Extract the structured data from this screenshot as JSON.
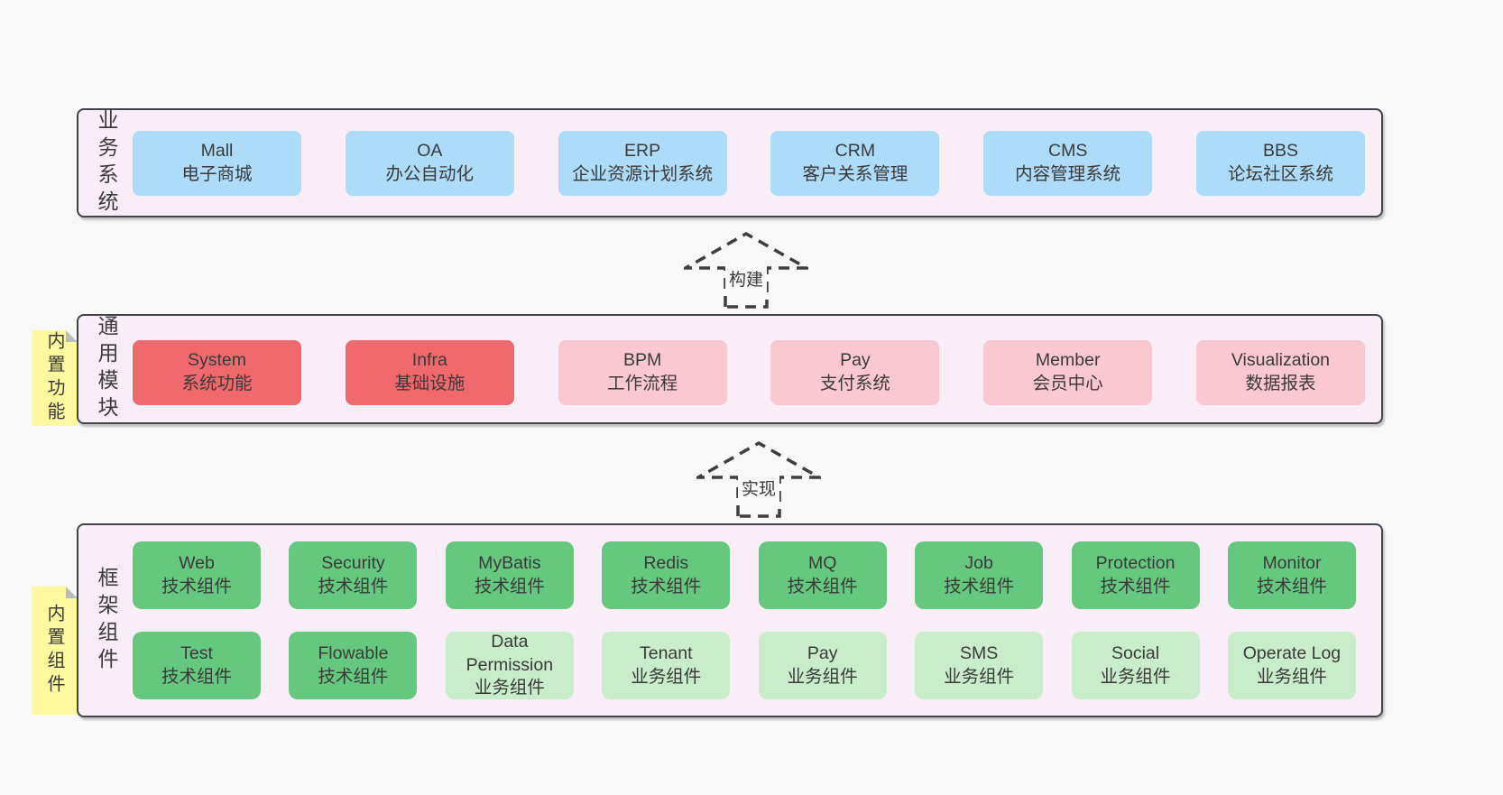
{
  "colors": {
    "page_bg": "#f8f8f8",
    "panel_bg": "#f9edf7",
    "panel_border": "#43434a",
    "blue_box": "#addcfb",
    "red_box": "#f0696c",
    "pink_box": "#fbc7d0",
    "green_box": "#66c77f",
    "green_light_box": "#c9ecca",
    "sticky_yellow": "#fcf99f",
    "text": "#3b3b3b"
  },
  "arrows": [
    {
      "label": "构建"
    },
    {
      "label": "实现"
    }
  ],
  "sections": [
    {
      "side_label": "业务系统",
      "boxes": [
        {
          "title": "Mall",
          "subtitle": "电子商城"
        },
        {
          "title": "OA",
          "subtitle": "办公自动化"
        },
        {
          "title": "ERP",
          "subtitle": "企业资源计划系统"
        },
        {
          "title": "CRM",
          "subtitle": "客户关系管理"
        },
        {
          "title": "CMS",
          "subtitle": "内容管理系统"
        },
        {
          "title": "BBS",
          "subtitle": "论坛社区系统"
        }
      ]
    },
    {
      "side_label": "通用模块",
      "sticky_label": "内置功能",
      "boxes": [
        {
          "title": "System",
          "subtitle": "系统功能"
        },
        {
          "title": "Infra",
          "subtitle": "基础设施"
        },
        {
          "title": "BPM",
          "subtitle": "工作流程"
        },
        {
          "title": "Pay",
          "subtitle": "支付系统"
        },
        {
          "title": "Member",
          "subtitle": "会员中心"
        },
        {
          "title": "Visualization",
          "subtitle": "数据报表"
        }
      ]
    },
    {
      "side_label": "框架组件",
      "sticky_label": "内置组件",
      "rows": [
        [
          {
            "title": "Web",
            "subtitle": "技术组件"
          },
          {
            "title": "Security",
            "subtitle": "技术组件"
          },
          {
            "title": "MyBatis",
            "subtitle": "技术组件"
          },
          {
            "title": "Redis",
            "subtitle": "技术组件"
          },
          {
            "title": "MQ",
            "subtitle": "技术组件"
          },
          {
            "title": "Job",
            "subtitle": "技术组件"
          },
          {
            "title": "Protection",
            "subtitle": "技术组件"
          },
          {
            "title": "Monitor",
            "subtitle": "技术组件"
          }
        ],
        [
          {
            "title": "Test",
            "subtitle": "技术组件"
          },
          {
            "title": "Flowable",
            "subtitle": "技术组件"
          },
          {
            "title": "Data Permission",
            "subtitle": "业务组件"
          },
          {
            "title": "Tenant",
            "subtitle": "业务组件"
          },
          {
            "title": "Pay",
            "subtitle": "业务组件"
          },
          {
            "title": "SMS",
            "subtitle": "业务组件"
          },
          {
            "title": "Social",
            "subtitle": "业务组件"
          },
          {
            "title": "Operate Log",
            "subtitle": "业务组件"
          }
        ]
      ]
    }
  ]
}
